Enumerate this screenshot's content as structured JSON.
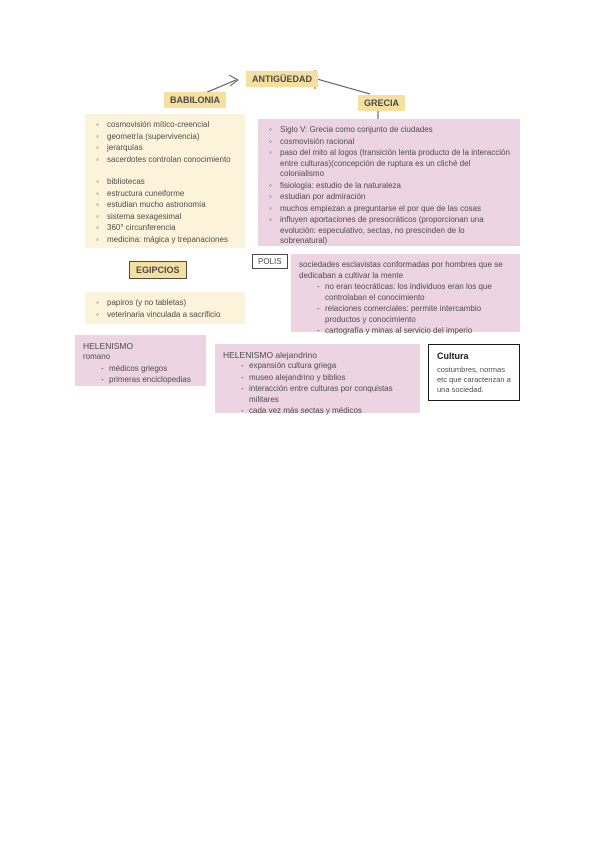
{
  "colors": {
    "accent_yellow": "#f6df9f",
    "accent_cream": "#fcf3db",
    "accent_pink": "#ecd4e2",
    "border_dark": "#4a4a4a",
    "text": "#4d4d4d"
  },
  "nodes": {
    "antiguedad": {
      "label": "ANTIGÜEDAD"
    },
    "babilonia": {
      "label": "BABILONIA",
      "items_group1": [
        "cosmovisión mítico-creencial",
        "geometría (supervivencia)",
        "jerarquías",
        "sacerdotes controlan conocimiento"
      ],
      "items_group2": [
        "bibliotecas",
        "estructura cuneiforme",
        "estudian mucho astronomía",
        "sistema sexagesimal",
        "360° circunferencia",
        "medicina: mágica y trepanaciones"
      ]
    },
    "grecia": {
      "label": "GRECIA",
      "items": [
        "Siglo V: Grecia como conjunto de ciudades",
        "cosmovisión racional",
        "paso del mito al logos (transición lenta producto de la interacción entre culturas)(concepción de ruptura es un cliché del colonialismo",
        "fisiología: estudio de la naturaleza",
        "estudian por admiración",
        "muchos empiezan a preguntarse el por que de las cosas",
        "influyen aportaciones de presocráticos (proporcionan una evolución: especulativo, sectas, no prescinden de lo sobrenatural)"
      ]
    },
    "egipcios": {
      "label": "EGIPCIOS",
      "items": [
        "papiros (y no tabletas)",
        "veterinaria vinculada a sacrificio"
      ]
    },
    "polis": {
      "label": "POLIS",
      "intro": "sociedades esclavistas conformadas por hombres que se dedicaban a cultivar la mente",
      "items": [
        "no eran teocráticas: los individuos eran los que controlaban el conocimiento",
        "relaciones comerciales: permite intercambio productos y conocimiento",
        "cartografía y minas al servicio del imperio"
      ]
    },
    "helenismo_romano": {
      "title": "HELENISMO",
      "subtitle": "romano",
      "items": [
        "médicos griegos",
        "primeras enciclopedias"
      ]
    },
    "helenismo_alejandrino": {
      "title": "HELENISMO alejandrino",
      "items": [
        "expansión cultura griega",
        "museo alejandrino y biblios",
        "interacción entre culturas por conquistas militares",
        "cada vez más sectas y médicos"
      ]
    },
    "cultura": {
      "title": "Cultura",
      "body": "costumbres, normas etc que caracterizan a una sociedad."
    }
  }
}
